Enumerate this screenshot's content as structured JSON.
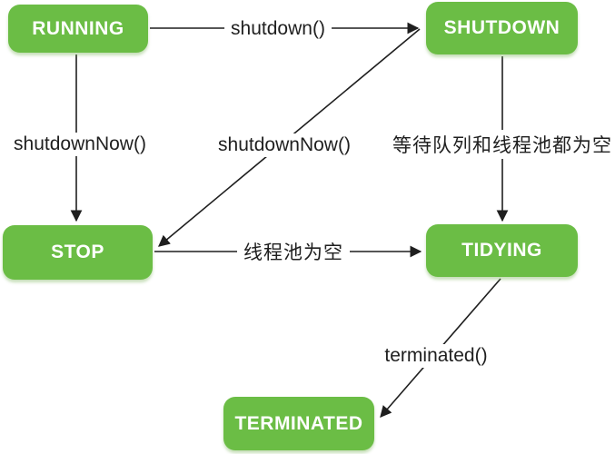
{
  "diagram": {
    "name": "thread-pool-executor-state-transition-diagram",
    "colors": {
      "node_fill": "#6bbd45",
      "node_text": "#ffffff",
      "edge_line": "#1f1f1f",
      "edge_label_text": "#1f1f1f",
      "background": "#ffffff"
    },
    "nodes": [
      {
        "id": "running",
        "label": "RUNNING"
      },
      {
        "id": "shutdown",
        "label": "SHUTDOWN"
      },
      {
        "id": "stop",
        "label": "STOP"
      },
      {
        "id": "tidying",
        "label": "TIDYING"
      },
      {
        "id": "terminated",
        "label": "TERMINATED"
      }
    ],
    "edges": [
      {
        "from": "RUNNING",
        "to": "SHUTDOWN",
        "label": "shutdown()"
      },
      {
        "from": "RUNNING",
        "to": "STOP",
        "label": "shutdownNow()"
      },
      {
        "from": "SHUTDOWN",
        "to": "STOP",
        "label": "shutdownNow()"
      },
      {
        "from": "SHUTDOWN",
        "to": "TIDYING",
        "label": "等待队列和线程池都为空"
      },
      {
        "from": "STOP",
        "to": "TIDYING",
        "label": "线程池为空"
      },
      {
        "from": "TIDYING",
        "to": "TERMINATED",
        "label": "terminated()"
      }
    ]
  }
}
